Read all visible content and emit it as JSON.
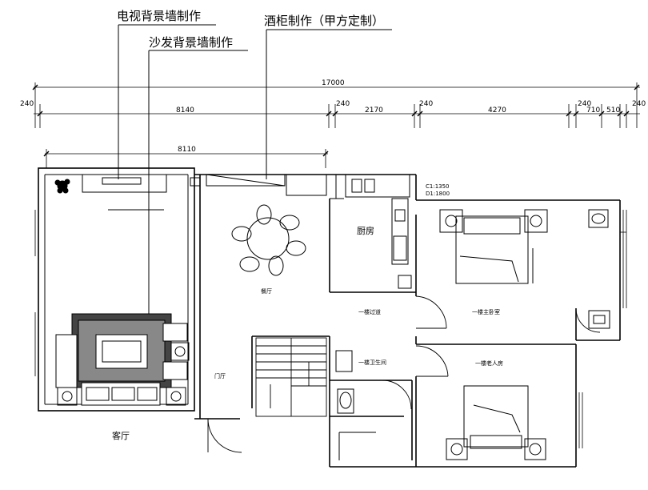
{
  "annotations": {
    "tv_wall": "电视背景墙制作",
    "sofa_wall": "沙发背景墙制作",
    "wine_cabinet": "酒柜制作（甲方定制）"
  },
  "dimensions": {
    "total": "17000",
    "segments": [
      "240",
      "8140",
      "240",
      "2170",
      "240",
      "4270",
      "240",
      "710",
      "510",
      "240"
    ],
    "inner": "8110"
  },
  "rooms": {
    "living": "客厅",
    "dining": "餐厅",
    "kitchen": "厨房",
    "corridor": "一楼过道",
    "bathroom": "一楼卫生间",
    "master": "一楼主卧室",
    "second": "一楼老人房",
    "hall": "门厅"
  },
  "kitchen_notes": [
    "C1:1350",
    "D1:1800"
  ]
}
